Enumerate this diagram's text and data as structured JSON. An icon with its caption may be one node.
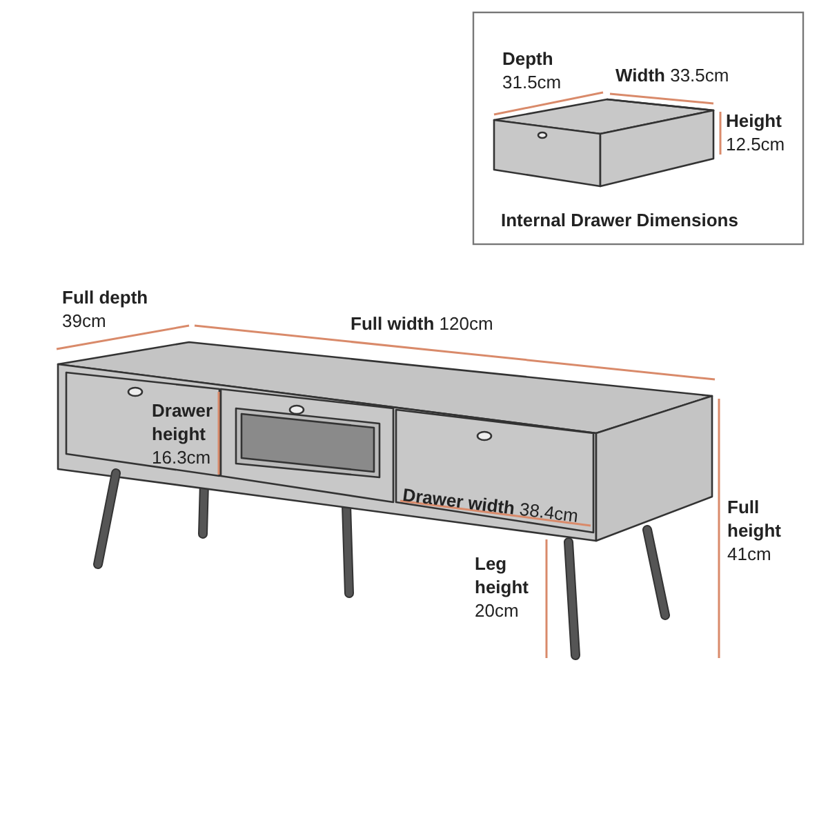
{
  "diagram": {
    "labels": [
      "**Depth** 31.5cm",
      "**Width** 33.5cm",
      "**Height** 12.5cm",
      "Internal Drawer Dimensions",
      "**Full depth** 39cm",
      "**Full width** 120cm",
      "**Drawer height** 16.3cm",
      "**Drawer width** 38.4cm",
      "**Full height** 41cm",
      "**Leg height** 20cm"
    ]
  }
}
